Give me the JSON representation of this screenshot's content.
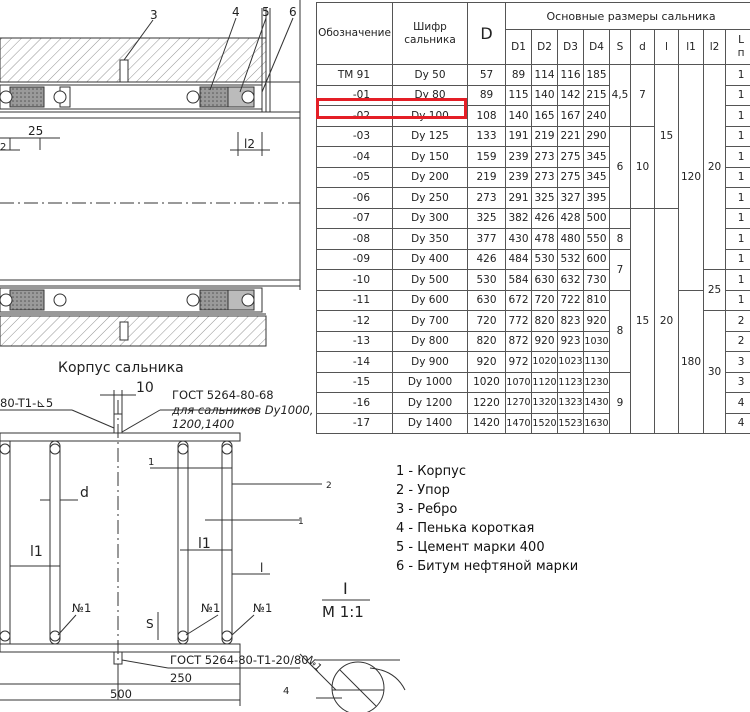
{
  "section_title": "Корпус сальника",
  "drawing": {
    "top_view": {
      "callouts": [
        "3",
        "4",
        "5",
        "6"
      ],
      "dim_25": "25",
      "dim_l2": "l2",
      "dim_2": "2"
    },
    "front_view": {
      "dim_10": "10",
      "weld_note_top": "80-T1-⊾5",
      "gost_note_1": "ГОСТ 5264-80-68",
      "gost_note_2": "для сальников Dy1000,",
      "gost_note_3": "1200,1400",
      "callout_1": "1",
      "callout_2": "2",
      "dim_d": "d",
      "dim_l1_left": "l1",
      "dim_l1_right": "l1",
      "dim_l": "l",
      "dim_s": "S",
      "weld_no1_a": "№1",
      "weld_no1_b": "№1",
      "weld_no1_c": "№1",
      "gost_note_bottom": "ГОСТ 5264-80-T1-20/80",
      "dim_250": "250",
      "dim_500": "500",
      "dim_4": "4"
    },
    "detail": {
      "label": "I",
      "scale": "М 1:1",
      "weld_mark": "№1"
    }
  },
  "table": {
    "headers": {
      "designation": "Обозначение",
      "cipher_1": "Шифр",
      "cipher_2": "сальника",
      "D": "D",
      "main_dims": "Основные размеры сальника",
      "D1": "D1",
      "D2": "D2",
      "D3": "D3",
      "D4": "D4",
      "S": "S",
      "d": "d",
      "l": "l",
      "l1": "l1",
      "l2": "l2",
      "L": "L",
      "L_sub": "п"
    },
    "rows": [
      {
        "des": "ТМ 91",
        "cipher": "Dy 50",
        "D": "57",
        "D1": "89",
        "D2": "114",
        "D3": "116",
        "D4": "185",
        "edge": "1"
      },
      {
        "des": "-01",
        "cipher": "Dy 80",
        "D": "89",
        "D1": "115",
        "D2": "140",
        "D3": "142",
        "D4": "215",
        "edge": "1"
      },
      {
        "des": "-02",
        "cipher": "Dy 100",
        "D": "108",
        "D1": "140",
        "D2": "165",
        "D3": "167",
        "D4": "240",
        "edge": "1"
      },
      {
        "des": "-03",
        "cipher": "Dy 125",
        "D": "133",
        "D1": "191",
        "D2": "219",
        "D3": "221",
        "D4": "290",
        "edge": "1"
      },
      {
        "des": "-04",
        "cipher": "Dy 150",
        "D": "159",
        "D1": "239",
        "D2": "273",
        "D3": "275",
        "D4": "345",
        "edge": "1"
      },
      {
        "des": "-05",
        "cipher": "Dy 200",
        "D": "219",
        "D1": "239",
        "D2": "273",
        "D3": "275",
        "D4": "345",
        "edge": "1"
      },
      {
        "des": "-06",
        "cipher": "Dy 250",
        "D": "273",
        "D1": "291",
        "D2": "325",
        "D3": "327",
        "D4": "395",
        "edge": "1"
      },
      {
        "des": "-07",
        "cipher": "Dy 300",
        "D": "325",
        "D1": "382",
        "D2": "426",
        "D3": "428",
        "D4": "500",
        "edge": "1"
      },
      {
        "des": "-08",
        "cipher": "Dy 350",
        "D": "377",
        "D1": "430",
        "D2": "478",
        "D3": "480",
        "D4": "550",
        "edge": "1"
      },
      {
        "des": "-09",
        "cipher": "Dy 400",
        "D": "426",
        "D1": "484",
        "D2": "530",
        "D3": "532",
        "D4": "600",
        "edge": "1"
      },
      {
        "des": "-10",
        "cipher": "Dy 500",
        "D": "530",
        "D1": "584",
        "D2": "630",
        "D3": "632",
        "D4": "730",
        "edge": "1"
      },
      {
        "des": "-11",
        "cipher": "Dy 600",
        "D": "630",
        "D1": "672",
        "D2": "720",
        "D3": "722",
        "D4": "810",
        "edge": "1"
      },
      {
        "des": "-12",
        "cipher": "Dy 700",
        "D": "720",
        "D1": "772",
        "D2": "820",
        "D3": "823",
        "D4": "920",
        "edge": "2"
      },
      {
        "des": "-13",
        "cipher": "Dy 800",
        "D": "820",
        "D1": "872",
        "D2": "920",
        "D3": "923",
        "D4": "1030",
        "edge": "2"
      },
      {
        "des": "-14",
        "cipher": "Dy 900",
        "D": "920",
        "D1": "972",
        "D2": "1020",
        "D3": "1023",
        "D4": "1130",
        "edge": "3"
      },
      {
        "des": "-15",
        "cipher": "Dy 1000",
        "D": "1020",
        "D1": "1070",
        "D2": "1120",
        "D3": "1123",
        "D4": "1230",
        "edge": "3"
      },
      {
        "des": "-16",
        "cipher": "Dy 1200",
        "D": "1220",
        "D1": "1270",
        "D2": "1320",
        "D3": "1323",
        "D4": "1430",
        "edge": "4"
      },
      {
        "des": "-17",
        "cipher": "Dy 1400",
        "D": "1420",
        "D1": "1470",
        "D2": "1520",
        "D3": "1523",
        "D4": "1630",
        "edge": "4"
      }
    ],
    "merged": {
      "S_a": "4,5",
      "S_b": "6",
      "S_c": "8",
      "S_d": "7",
      "S_e": "8",
      "S_f": "9",
      "d_a": "7",
      "d_b": "10",
      "d_c": "15",
      "l_a": "15",
      "l_b": "20",
      "l1_a": "120",
      "l1_b": "180",
      "l2_a": "20",
      "l2_b": "25",
      "l2_c": "30"
    },
    "selected_row": "-01"
  },
  "legend": [
    "1 - Корпус",
    "2 - Упор",
    "3 - Ребро",
    "4 - Пенька короткая",
    "5 - Цемент марки 400",
    "6 - Битум нефтяной марки"
  ],
  "colors": {
    "line": "#333333",
    "highlight": "#e41e26"
  }
}
